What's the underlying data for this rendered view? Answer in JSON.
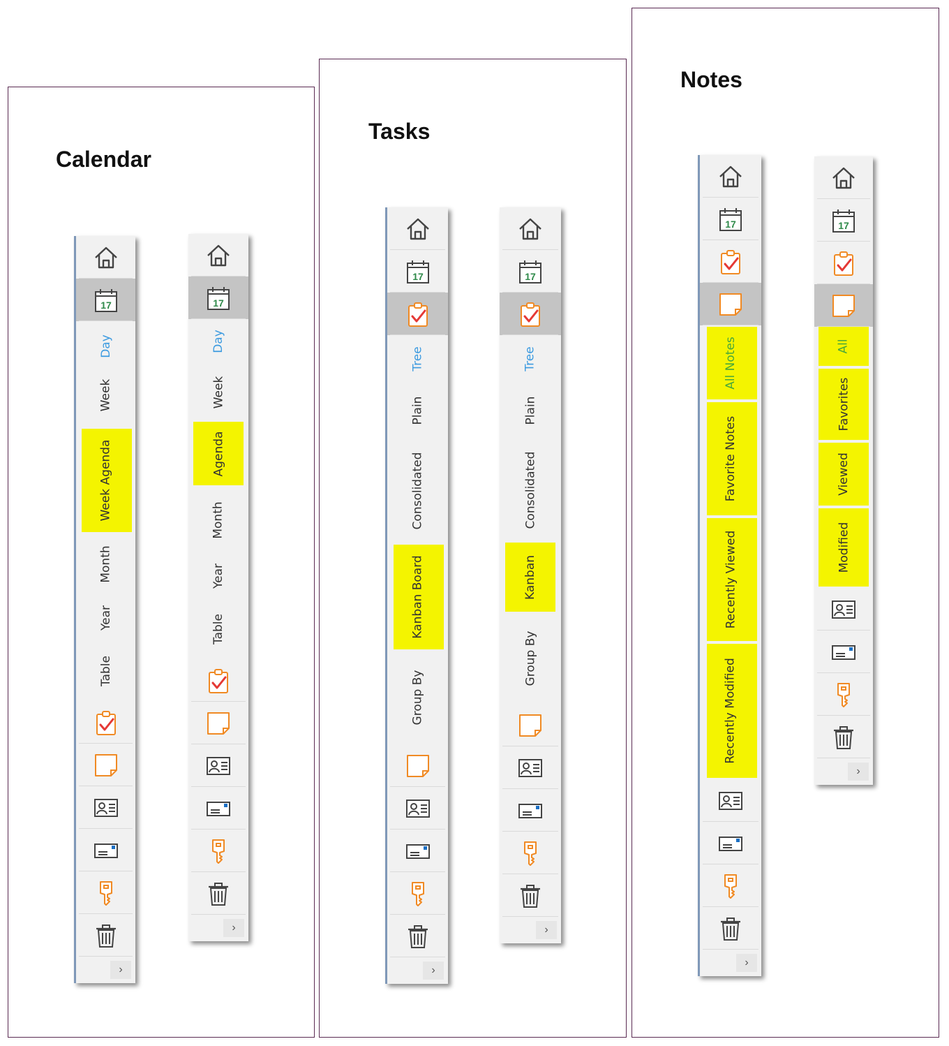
{
  "panels": [
    {
      "title": "Calendar",
      "bars": [
        {
          "active_icon": "calendar-icon",
          "views": [
            {
              "label": "Day",
              "state": "active"
            },
            {
              "label": "Week"
            },
            {
              "label": "Week Agenda",
              "highlight": true
            },
            {
              "label": "Month"
            },
            {
              "label": "Year"
            },
            {
              "label": "Table"
            }
          ]
        },
        {
          "active_icon": "calendar-icon",
          "views": [
            {
              "label": "Day",
              "state": "active"
            },
            {
              "label": "Week"
            },
            {
              "label": "Agenda",
              "highlight": true
            },
            {
              "label": "Month"
            },
            {
              "label": "Year"
            },
            {
              "label": "Table"
            }
          ]
        }
      ]
    },
    {
      "title": "Tasks",
      "bars": [
        {
          "active_icon": "tasks-icon",
          "views": [
            {
              "label": "Tree",
              "state": "active"
            },
            {
              "label": "Plain"
            },
            {
              "label": "Consolidated"
            },
            {
              "label": "Kanban Board",
              "highlight": true
            },
            {
              "label": "Group By"
            }
          ]
        },
        {
          "active_icon": "tasks-icon",
          "views": [
            {
              "label": "Tree",
              "state": "active"
            },
            {
              "label": "Plain"
            },
            {
              "label": "Consolidated"
            },
            {
              "label": "Kanban",
              "highlight": true
            },
            {
              "label": "Group By"
            }
          ]
        }
      ]
    },
    {
      "title": "Notes",
      "bars": [
        {
          "active_icon": "notes-icon",
          "views": [
            {
              "label": "All Notes",
              "highlight": true,
              "state": "active"
            },
            {
              "label": "Favorite Notes",
              "highlight": true
            },
            {
              "label": "Recently Viewed",
              "highlight": true
            },
            {
              "label": "Recently Modified",
              "highlight": true
            }
          ]
        },
        {
          "active_icon": "notes-icon",
          "views": [
            {
              "label": "All",
              "highlight": true,
              "state": "active"
            },
            {
              "label": "Favorites",
              "highlight": true
            },
            {
              "label": "Viewed",
              "highlight": true
            },
            {
              "label": "Modified",
              "highlight": true
            }
          ]
        }
      ]
    }
  ],
  "calendar_icon_number": "17",
  "scroll_chevron": "›",
  "colors": {
    "border": "#5a2a52",
    "highlight": "#f4f400",
    "active_text": "#3d9be0",
    "notes_active_text": "#48a83a",
    "icon_orange": "#f08a24",
    "check_red": "#e53935",
    "selected_bg": "#c4c4c4"
  }
}
